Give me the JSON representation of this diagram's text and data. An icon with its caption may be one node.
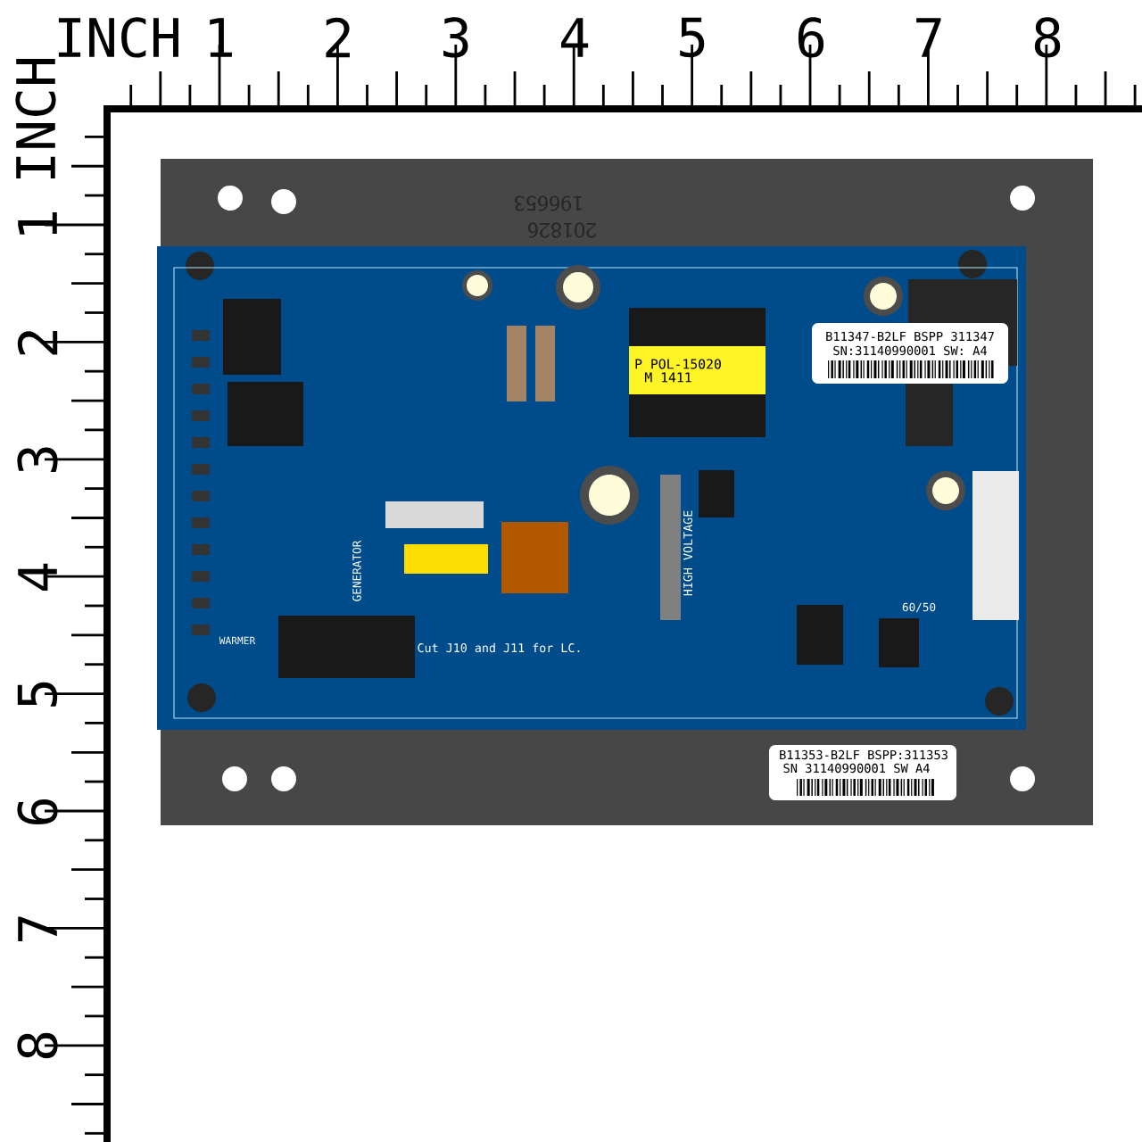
{
  "diagram": {
    "labels": [
      "INCH",
      "1",
      "2",
      "3",
      "4",
      "5",
      "6",
      "7",
      "8",
      "INCH",
      "1",
      "2",
      "3",
      "4",
      "5",
      "6",
      "7",
      "8",
      "196653",
      "201826",
      "P POL-15020",
      "M 1411",
      "B11347-B2LF BSPP 311347",
      "SN:31140990001 SW: A4",
      "GENERATOR",
      "WARMER",
      "HIGH VOLTAGE",
      "60/50",
      "Cut J10 and J11 for LC.",
      "B11353-B2LF BSPP:311353",
      "SN 31140990001 SW A4"
    ]
  }
}
